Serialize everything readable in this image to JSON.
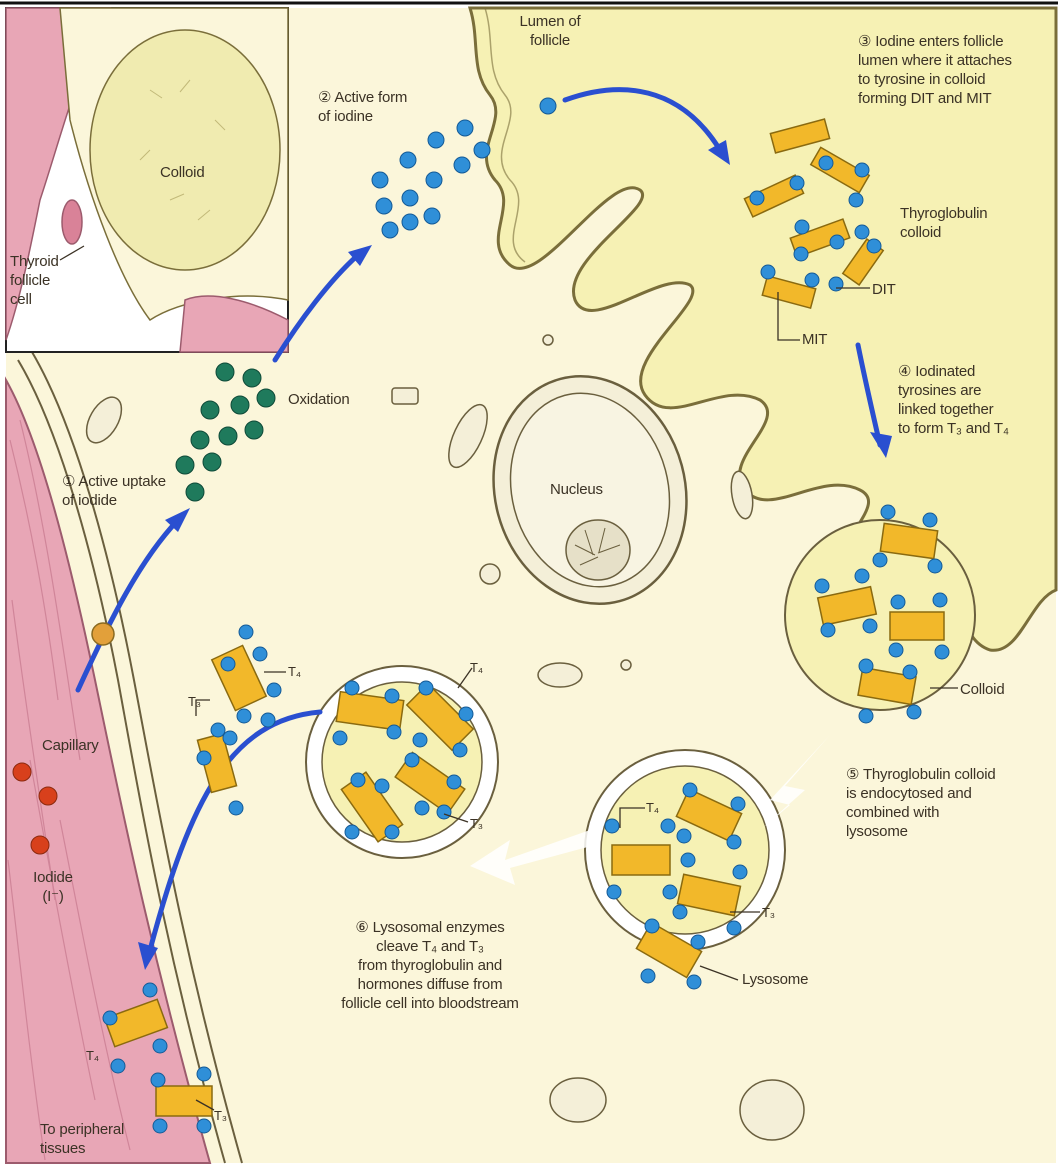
{
  "labels": {
    "lumen": "Lumen of\nfollicle",
    "active_iodine": "② Active form\nof iodine",
    "step3": "③ Iodine enters follicle\nlumen where it attaches\nto tyrosine in colloid\nforming DIT and MIT",
    "thyroglobulin_colloid": "Thyroglobulin\ncolloid",
    "dit": "DIT",
    "mit": "MIT",
    "step4": "④ Iodinated\ntyrosines are\nlinked together\nto form T₃ and T₄",
    "colloid_inset": "Colloid",
    "thyroid_follicle_cell": "Thyroid\nfollicle\ncell",
    "oxidation": "Oxidation",
    "step1": "① Active uptake\nof iodide",
    "nucleus": "Nucleus",
    "colloid_vesicle": "Colloid",
    "step5": "⑤ Thyroglobulin colloid\nis endocytosed and\ncombined with\nlysosome",
    "t4_upper": "T₄",
    "t3_upper": "T₃",
    "t4_mid": "T₄",
    "t3_mid": "T₃",
    "t4_lyso": "T₄",
    "t3_lyso": "T₃",
    "lysosome": "Lysosome",
    "capillary": "Capillary",
    "iodide": "Iodide\n(I⁻)",
    "step6": "⑥ Lysosomal enzymes\ncleave T₄ and T₃\nfrom thyroglobulin and\nhormones diffuse from\nfollicle cell into bloodstream",
    "t4_bottom": "T₄",
    "t3_bottom": "T₃",
    "peripheral": "To peripheral\ntissues"
  },
  "colors": {
    "cell_cytoplasm": "#fbf6da",
    "lumen_colloid": "#f6f1b4",
    "capillary": "#e8a6b6",
    "iodine_active": "#2f8fd8",
    "iodide_uptake": "#1f7a5c",
    "iodide_blood": "#d8401c",
    "tyrosine_bar": "#f2b82a",
    "arrow": "#2a4fd0"
  }
}
